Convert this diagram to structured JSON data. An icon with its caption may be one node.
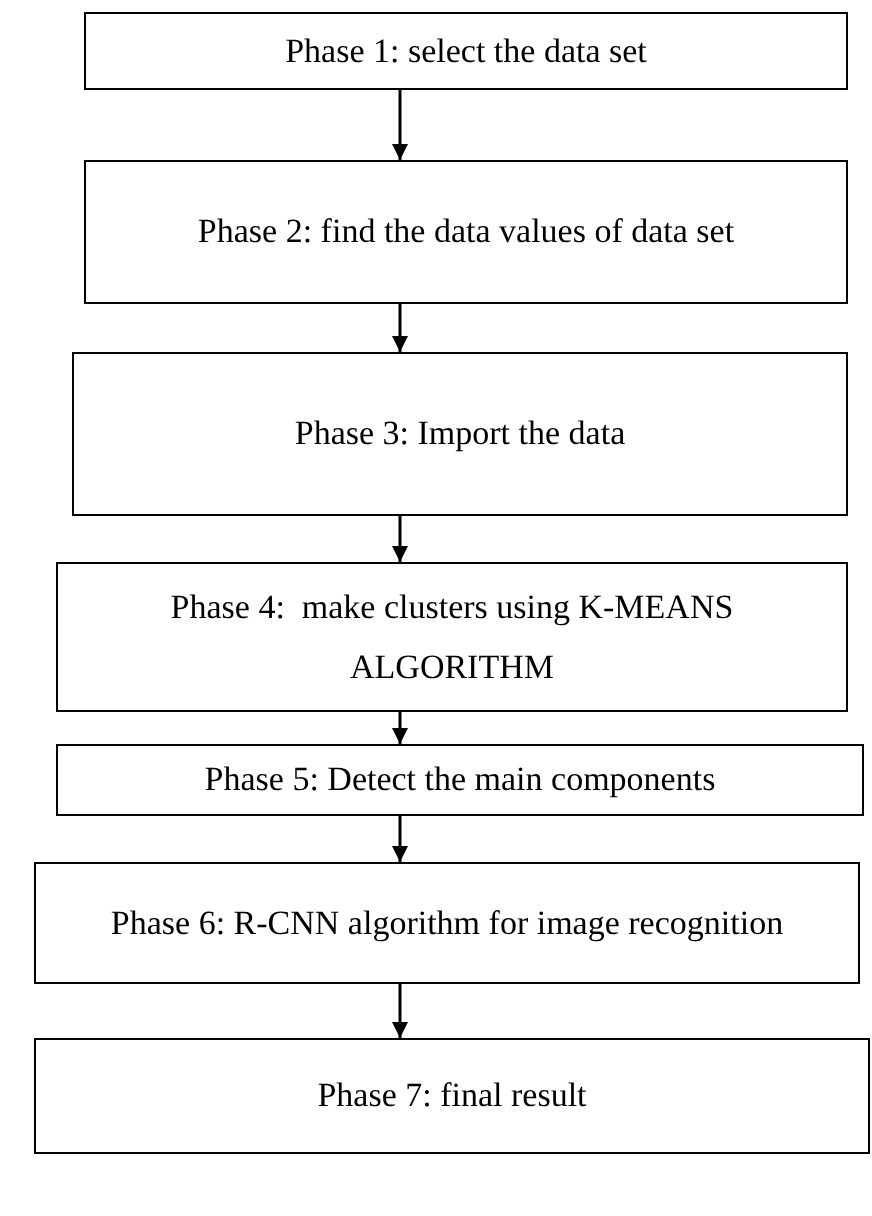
{
  "diagram": {
    "nodes": [
      {
        "text": [
          "Phase 1: select the data set"
        ]
      },
      {
        "text": [
          "Phase 2: find the data values of data set"
        ]
      },
      {
        "text": [
          "Phase 3: Import the data"
        ]
      },
      {
        "text": [
          "Phase 4:  make clusters using K-MEANS ALGORITHM"
        ]
      },
      {
        "text": [
          "Phase 5: Detect the main components"
        ]
      },
      {
        "text": [
          "Phase 6: R-CNN algorithm for image recognition"
        ]
      },
      {
        "text": [
          "Phase 7: final result"
        ]
      }
    ],
    "edges": [
      {
        "from": 0,
        "to": 1,
        "arrow": "to"
      },
      {
        "from": 1,
        "to": 2,
        "arrow": "to"
      },
      {
        "from": 2,
        "to": 3,
        "arrow": "to"
      },
      {
        "from": 3,
        "to": 4,
        "arrow": "to"
      },
      {
        "from": 4,
        "to": 5,
        "arrow": "to"
      },
      {
        "from": 5,
        "to": 6,
        "arrow": "to"
      }
    ]
  }
}
